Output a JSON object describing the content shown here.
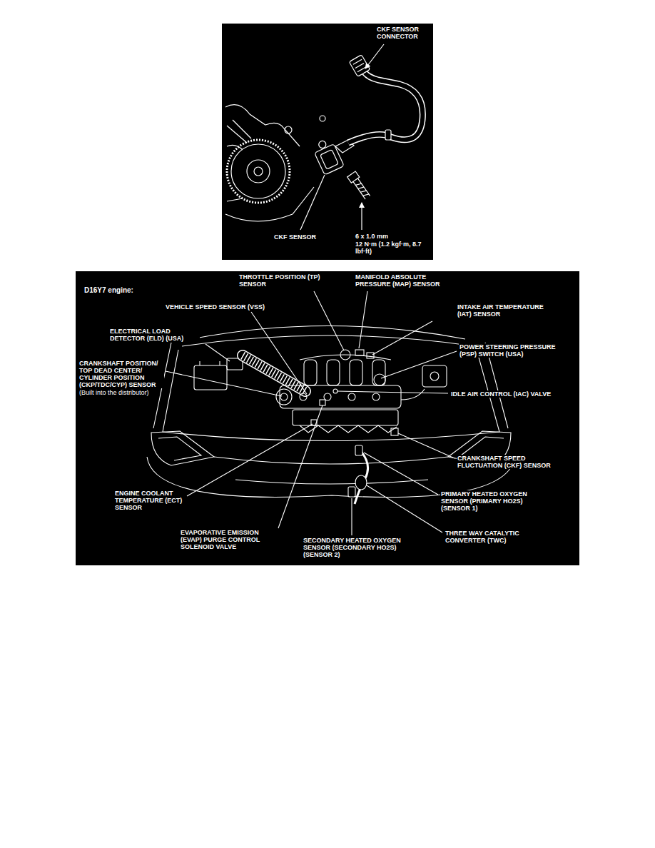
{
  "diagram": {
    "title": "D16Y7 engine:",
    "labels": [
      "CKF SENSOR CONNECTOR",
      "CKF SENSOR",
      "6 x 1.0 mm",
      "12 N·m (1.2 kgf·m, 8.7 lbf·ft)",
      "THROTTLE POSITION (TP) SENSOR",
      "MANIFOLD ABSOLUTE PRESSURE (MAP) SENSOR",
      "VEHICLE SPEED SENSOR (VSS)",
      "INTAKE AIR TEMPERATURE (IAT) SENSOR",
      "ELECTRICAL LOAD DETECTOR (ELD) (USA)",
      "POWER STEERING PRESSURE (PSP) SWITCH (USA)",
      "CRANKSHAFT POSITION/ TOP DEAD CENTER/ CYLINDER POSITION (CKP/TDC/CYP) SENSOR",
      "(Built into the distributor)",
      "IDLE AIR CONTROL (IAC) VALVE",
      "CRANKSHAFT SPEED FLUCTUATION (CKF) SENSOR",
      "ENGINE COOLANT TEMPERATURE (ECT) SENSOR",
      "PRIMARY HEATED OXYGEN SENSOR (PRIMARY HO2S) (SENSOR 1)",
      "EVAPORATIVE EMISSION (EVAP) PURGE CONTROL SOLENOID VALVE",
      "SECONDARY HEATED OXYGEN SENSOR (SECONDARY HO2S) (SENSOR 2)",
      "THREE WAY CATALYTIC CONVERTER (TWC)"
    ]
  }
}
